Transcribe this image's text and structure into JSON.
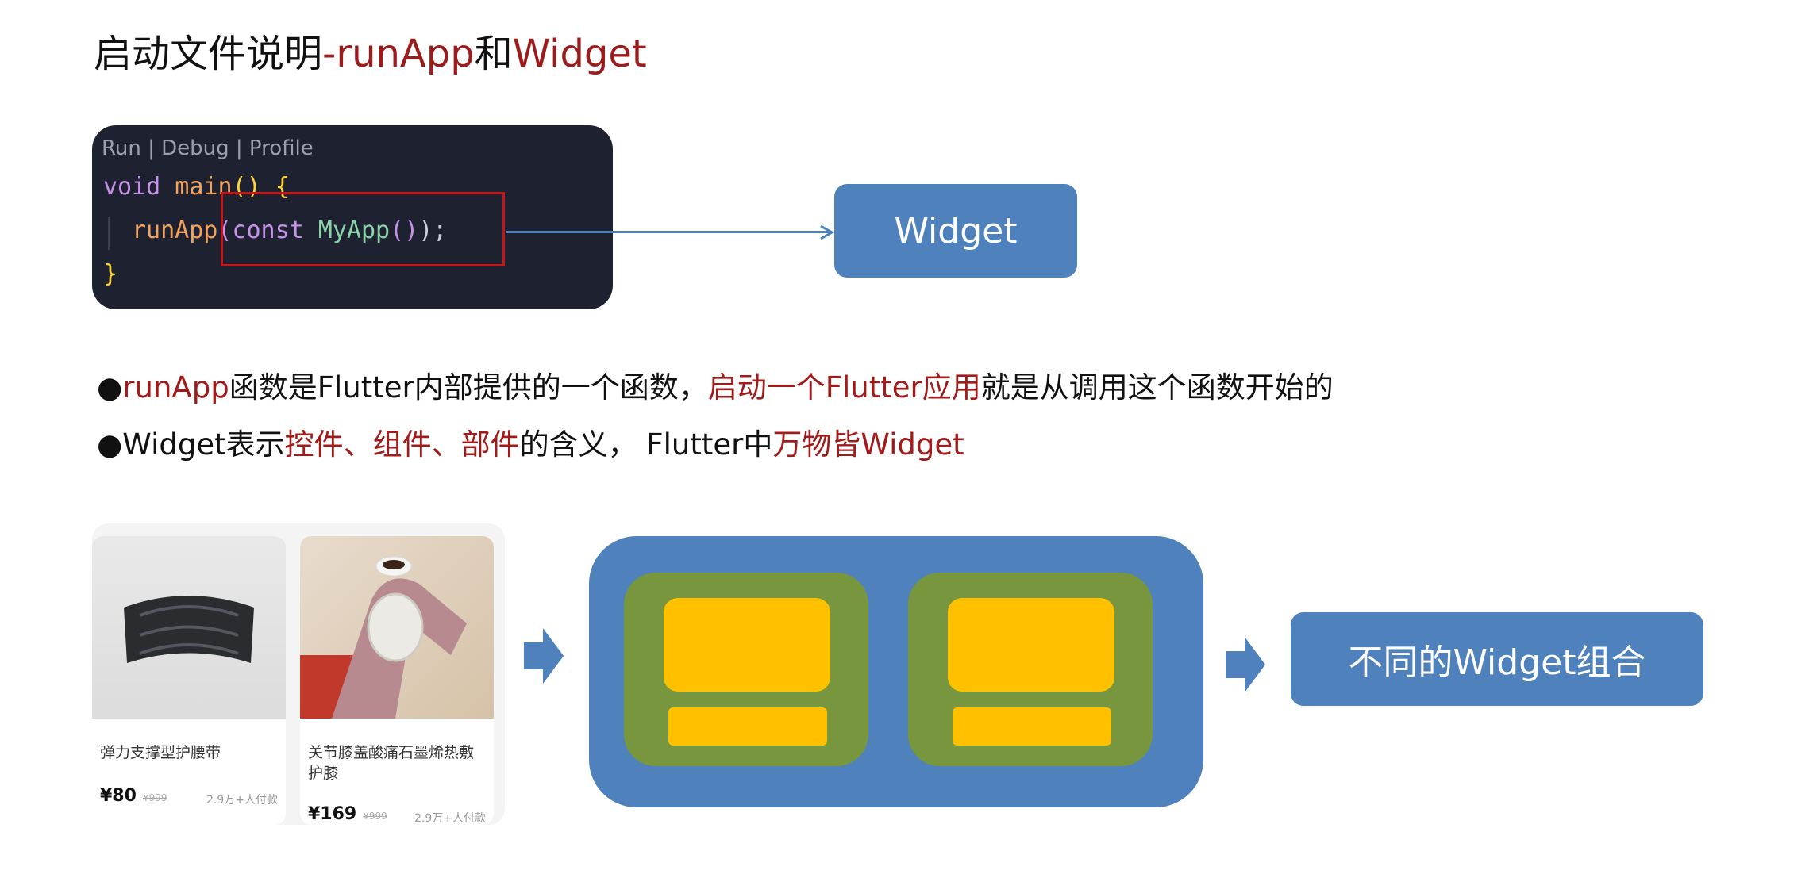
{
  "title": {
    "part1": "启动文件说明",
    "part2": "-runApp",
    "part3": "和",
    "part4": "Widget"
  },
  "code": {
    "codelens": "Run | Debug | Profile",
    "line1": {
      "kw": "void",
      "fn": " main",
      "paren": "()",
      "brace": " {"
    },
    "line2": {
      "fn": "runApp",
      "open": "(",
      "kw": "const",
      "cls": " MyApp",
      "call": "()",
      "close": ");"
    },
    "line3": {
      "brace": "}"
    }
  },
  "widget_box_label": "Widget",
  "bullets": [
    {
      "dot": "●",
      "r1": "runApp",
      "t1": "函数是Flutter内部提供的一个函数，",
      "r2": "启动一个Flutter应用",
      "t2": "就是从调用这个函数开始的"
    },
    {
      "dot": "●",
      "t1": "Widget表示",
      "r1": "控件、组件、部件",
      "t2": "的含义， Flutter中",
      "r2": "万物皆Widget"
    }
  ],
  "products": [
    {
      "title": "弹力支撑型护腰带",
      "price": "¥80",
      "old": "¥999",
      "sales": "2.9万+人付款"
    },
    {
      "title": "关节膝盖酸痛石墨烯热敷护膝",
      "price": "¥169",
      "old": "¥999",
      "sales": "2.9万+人付款"
    }
  ],
  "combo_label": "不同的Widget组合",
  "colors": {
    "accent_red": "#a11b1b",
    "box_blue": "#4f81bd",
    "green": "#77963e",
    "yellow": "#ffc000"
  }
}
